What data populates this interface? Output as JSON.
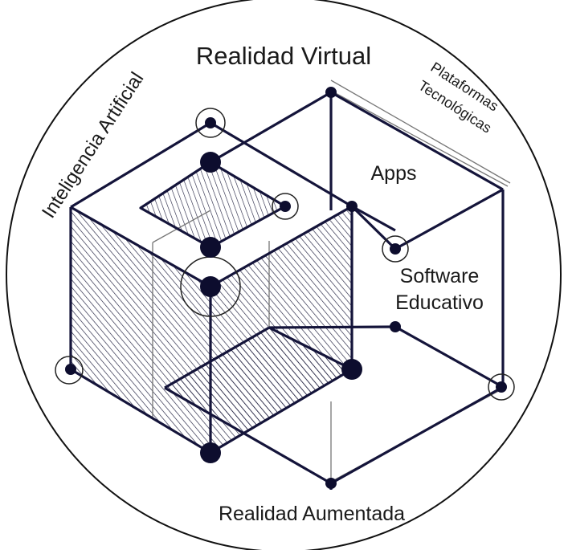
{
  "labels": {
    "top": "Realidad Virtual",
    "bottom": "Realidad Aumentada",
    "left": "Inteligencia Artificial",
    "right_line1": "Plataformas",
    "right_line2": "Tecnológicas",
    "apps": "Apps",
    "software_line1": "Software",
    "software_line2": "Educativo"
  },
  "colors": {
    "ink": "#14143a",
    "thin": "#777777",
    "hatch": "#1c1c3c",
    "background": "#ffffff"
  }
}
